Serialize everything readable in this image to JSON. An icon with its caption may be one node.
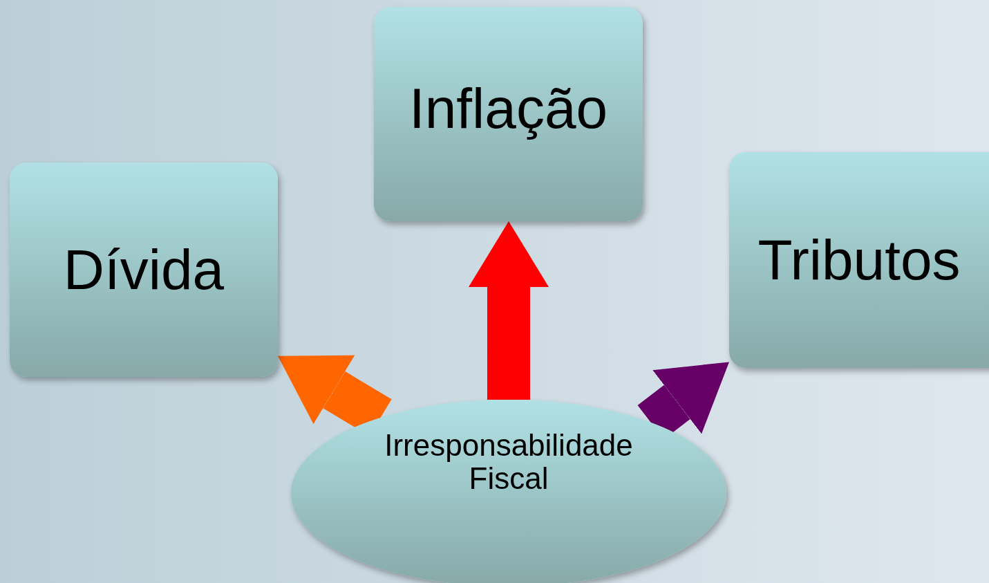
{
  "diagram": {
    "nodes": [
      {
        "text": [
          "Dívida"
        ]
      },
      {
        "text": [
          "Inflação"
        ]
      },
      {
        "text": [
          "Tributos"
        ]
      },
      {
        "text": [
          "Irresponsabilidade Fiscal"
        ]
      }
    ],
    "edges": [
      {
        "from": 3,
        "to": 0,
        "arrow": "to",
        "color": "#ff6600"
      },
      {
        "from": 3,
        "to": 1,
        "arrow": "to",
        "color": "#ff0000"
      },
      {
        "from": 3,
        "to": 2,
        "arrow": "to",
        "color": "#660066"
      }
    ]
  }
}
